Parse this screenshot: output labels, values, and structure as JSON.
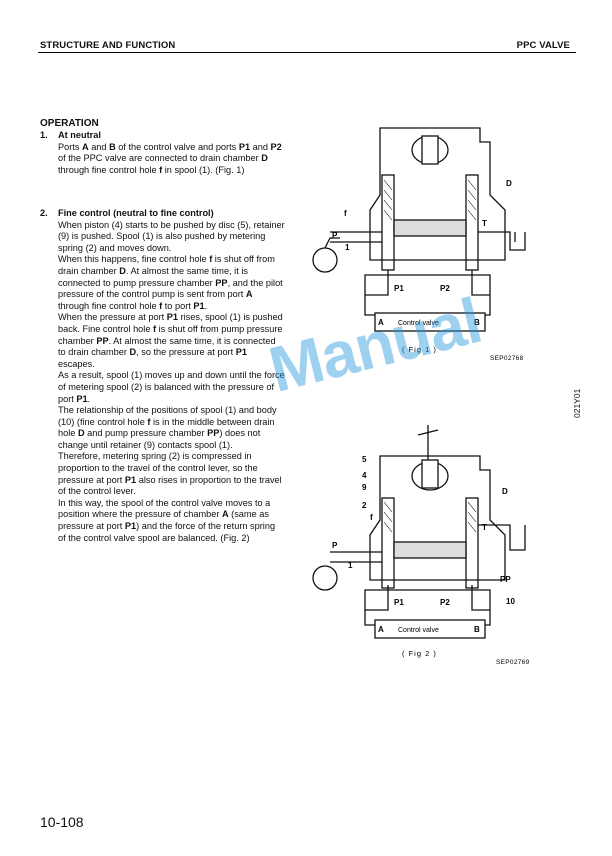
{
  "header": {
    "left": "STRUCTURE AND FUNCTION",
    "right": "PPC VALVE"
  },
  "title": "OPERATION",
  "section1": {
    "num": "1.",
    "heading": "At neutral",
    "html": "Ports <b>A</b> and <b>B</b> of the control valve and ports <b>P1</b> and <b>P2</b> of the PPC valve are connected to drain chamber <b>D</b> through fine control hole <b>f</b> in spool (1). (Fig. 1)"
  },
  "section2": {
    "num": "2.",
    "heading": "Fine control (neutral to fine control)",
    "paragraphs": [
      "When piston (4) starts to be pushed by disc (5), retainer (9) is pushed. Spool (1) is also pushed by metering spring (2) and moves down.",
      "When this happens, fine control hole <b>f</b> is shut off from drain chamber <b>D</b>. At almost the same time, it is connected to pump pressure chamber <b>PP</b>, and the pilot pressure of the control pump is sent from port <b>A</b> through fine control hole <b>f</b> to port <b>P1</b>.",
      "When the pressure at port <b>P1</b> rises, spool (1) is pushed back. Fine control hole <b>f</b> is shut off from pump pressure chamber <b>PP</b>. At almost the same time, it is connected to drain chamber <b>D</b>, so the pressure at port <b>P1</b> escapes.",
      "As a result, spool (1) moves up and down until the force of metering spool (2) is balanced with the pressure of port <b>P1</b>.",
      "The relationship of the positions of spool (1) and body (10) (fine control hole <b>f</b> is in the middle between drain hole <b>D</b> and pump pressure chamber <b>PP</b>) does not change until retainer (9) contacts spool (1).",
      "Therefore, metering spring (2) is compressed in proportion to the travel of the control lever, so the pressure at port <b>P1</b> also rises in proportion to the travel of the control lever.",
      "In this way, the spool of the control valve moves to a position where the pressure of chamber <b>A</b> (same as pressure at port <b>P1</b>) and the force of the return spring of the control valve spool are balanced. (Fig. 2)"
    ]
  },
  "fig1": {
    "caption": "( Fig 1 )",
    "code": "SEP02768",
    "labels": {
      "D": "D",
      "f": "f",
      "T": "T",
      "P": "P",
      "one": "1",
      "P1": "P1",
      "P2": "P2",
      "A": "A",
      "B": "B",
      "cv": "Control valve"
    }
  },
  "fig2": {
    "caption": "( Fig 2 )",
    "code": "SEP02769",
    "labels": {
      "five": "5",
      "four": "4",
      "nine": "9",
      "two": "2",
      "f": "f",
      "D": "D",
      "T": "T",
      "P": "P",
      "one": "1",
      "PP": "PP",
      "P1": "P1",
      "P2": "P2",
      "ten": "10",
      "A": "A",
      "B": "B",
      "cv": "Control valve"
    }
  },
  "side_code": "021Y01",
  "watermark": "Manual",
  "page_number": "10-108"
}
